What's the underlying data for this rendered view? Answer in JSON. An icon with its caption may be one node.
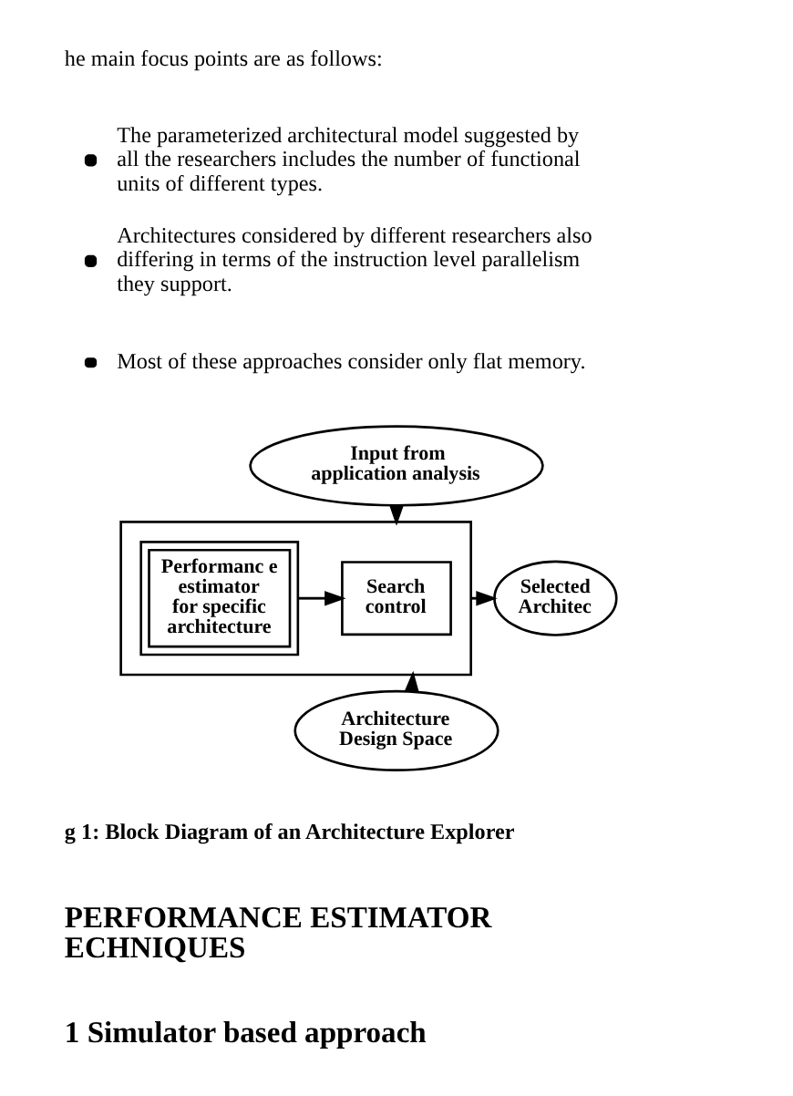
{
  "diagram": {
    "nodes": [
      {
        "text": [
          "Input from application analysis"
        ]
      },
      {
        "text": [],
        "shape": "box"
      },
      {
        "text": [
          "Performanc e estimator for specific architecture"
        ],
        "in": 1
      },
      {
        "text": [
          "Search control"
        ],
        "in": 1
      },
      {
        "text": [
          "Selected Architec"
        ]
      },
      {
        "text": [
          "Architecture Design Space"
        ]
      }
    ],
    "edges": [
      {
        "from": 0,
        "to": 1,
        "arrow": "to"
      },
      {
        "from": 2,
        "to": 3,
        "arrow": "to"
      },
      {
        "from": 1,
        "to": 4,
        "arrow": "to"
      },
      {
        "from": 5,
        "to": 1,
        "arrow": "to"
      }
    ],
    "labels": [
      "he main focus points are as follows:",
      "The parameterized architectural model suggested by all the researchers includes the number of functional units of different types.",
      "Architectures considered by different researchers also differing in terms of the instruction level parallelism they support.",
      "Most of these approaches consider only flat memory.",
      "g 1: Block Diagram of an Architecture Explorer",
      "PERFORMANCE ESTIMATOR ECHNIQUES",
      "1 Simulator based approach"
    ]
  }
}
